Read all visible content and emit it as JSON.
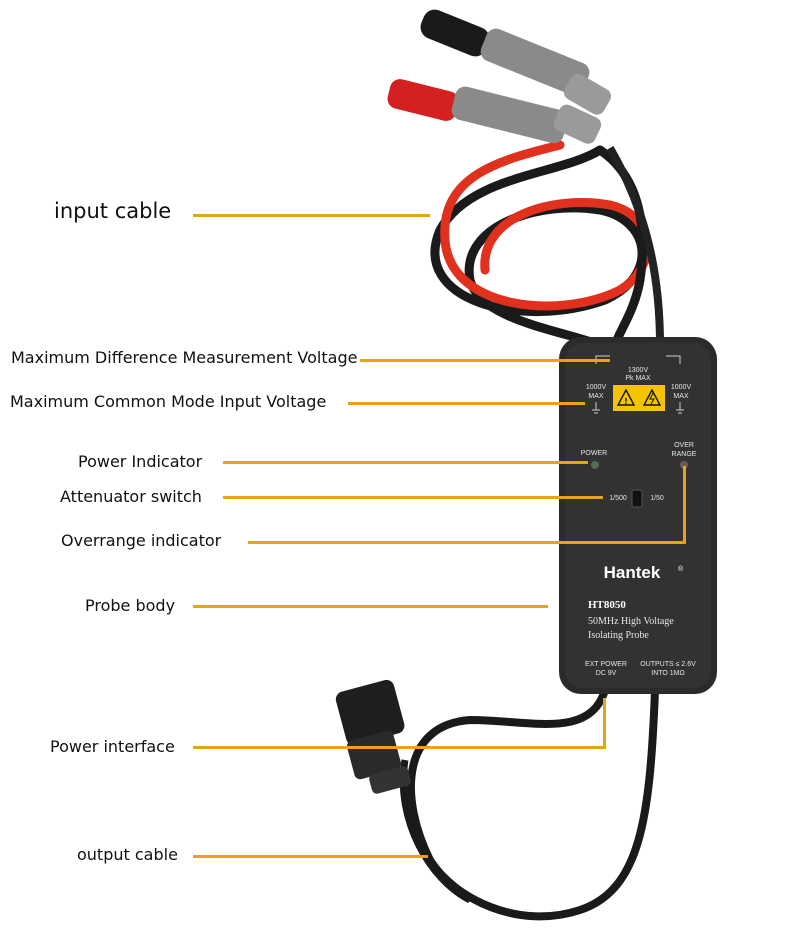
{
  "labels": {
    "input_cable": "input cable",
    "max_diff_voltage": "Maximum Difference Measurement Voltage",
    "max_common_mode": "Maximum Common Mode Input Voltage",
    "power_indicator": "Power Indicator",
    "attenuator_switch": "Attenuator switch",
    "overrange_indicator": "Overrange indicator",
    "probe_body": "Probe body",
    "power_interface": "Power interface",
    "output_cable": "output cable"
  },
  "device": {
    "diff_voltage": "1300V",
    "diff_voltage_sub": "Pk MAX",
    "left_cm_voltage": "1000V",
    "left_cm_max": "MAX",
    "right_cm_voltage": "1000V",
    "right_cm_max": "MAX",
    "power_label": "POWER",
    "over_label": "OVER",
    "range_label": "RANGE",
    "switch_left": "1/500",
    "switch_right": "1/50",
    "brand": "Hantek",
    "brand_mark": "®",
    "model": "HT8050",
    "desc_line1": "50MHz  High Voltage",
    "desc_line2": "Isolating Probe",
    "ext_power": "EXT POWER",
    "ext_power_spec": "DC 9V",
    "outputs": "OUTPUTS ≤ 2.6V",
    "outputs_spec": "INTO 1MΩ"
  },
  "colors": {
    "leader": "#e8a318",
    "body": "#2b2b2b",
    "red_cable": "#e0301e",
    "black_cable": "#1a1a1a",
    "warning": "#f5c400"
  }
}
